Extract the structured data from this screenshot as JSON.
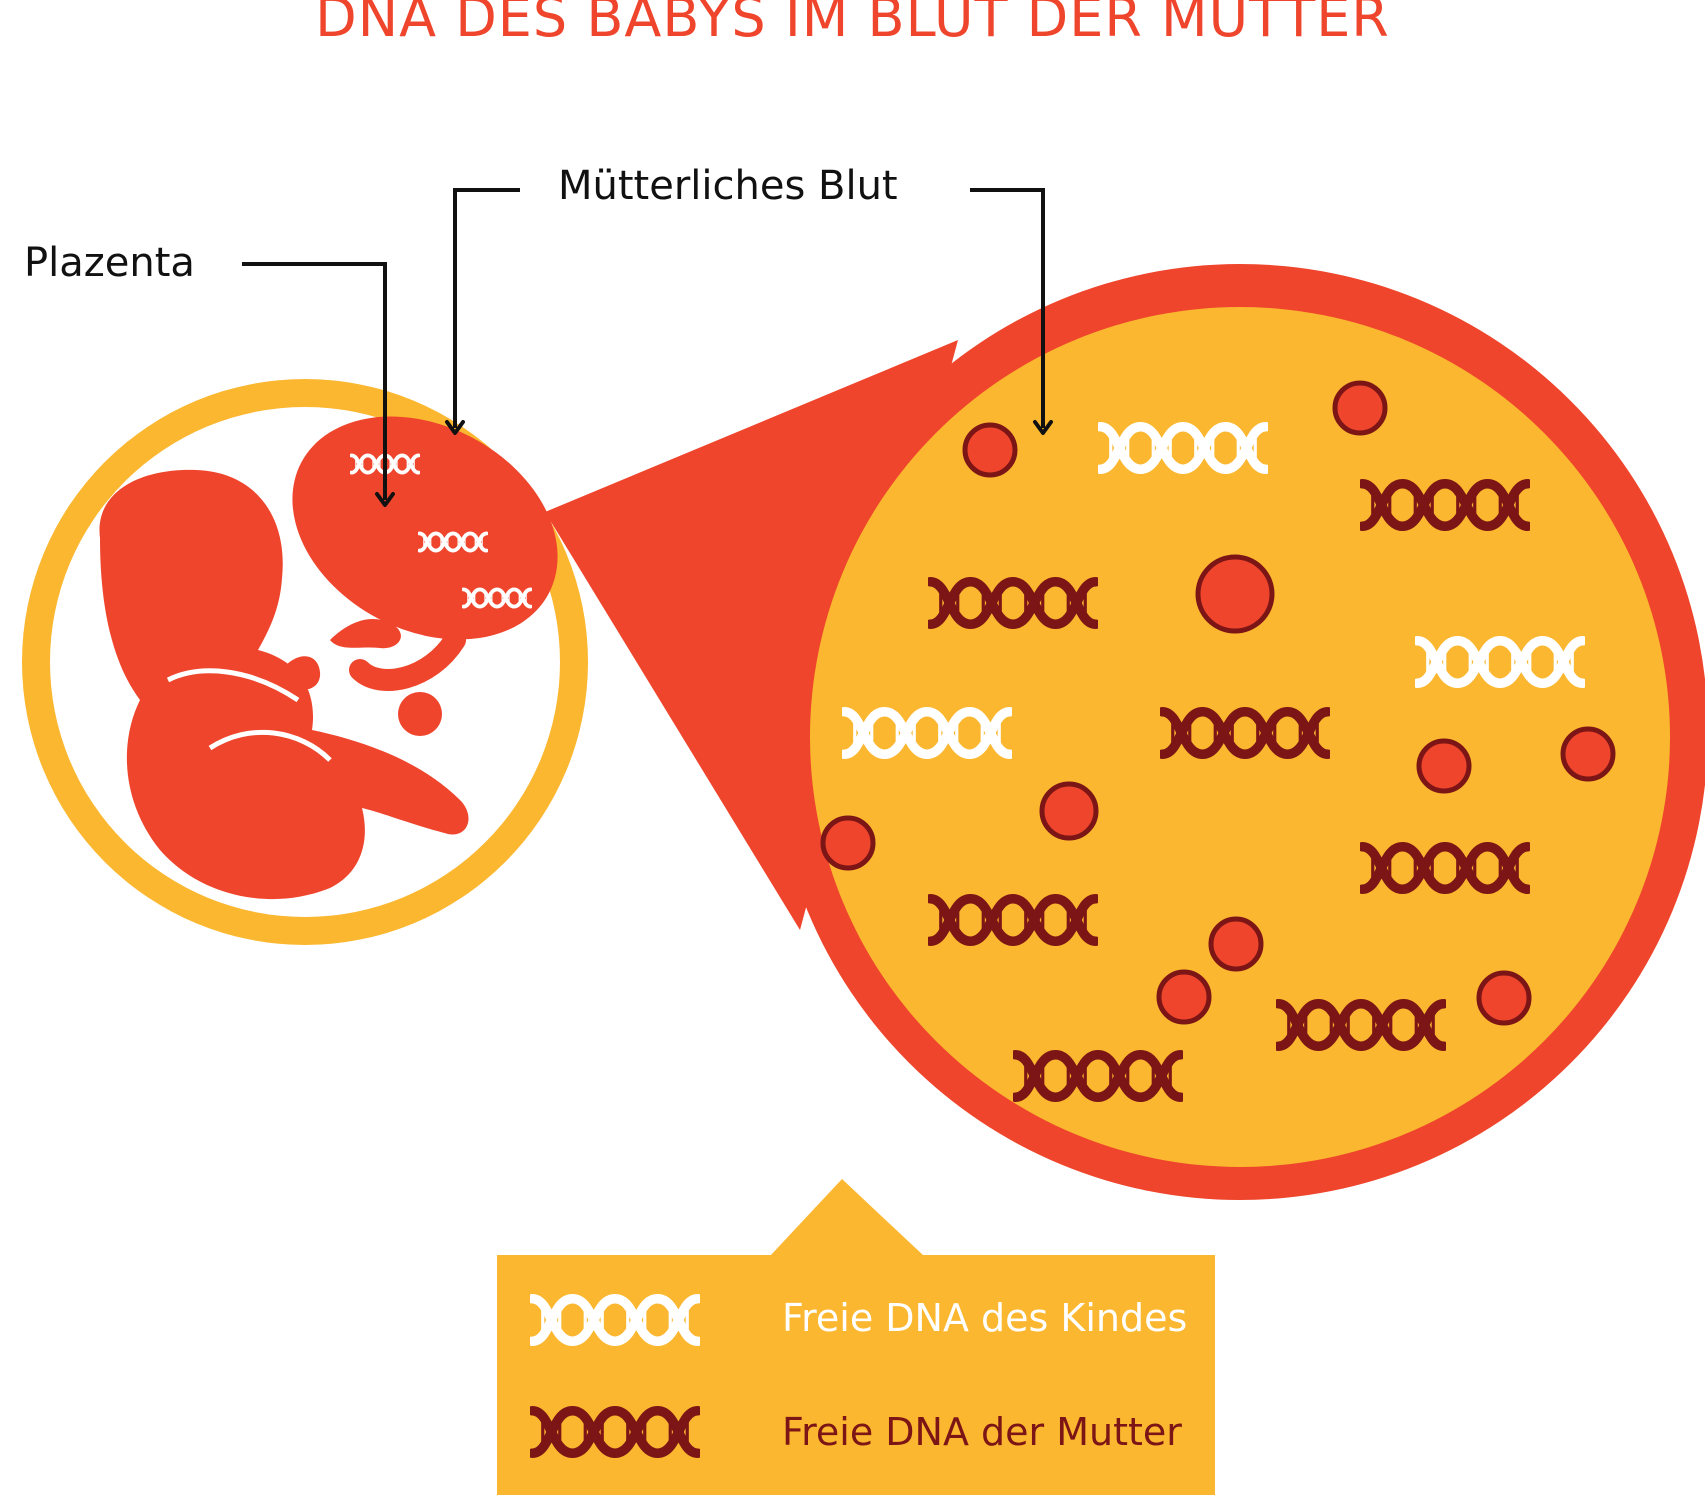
{
  "title": "DNA DES BABYS IM BLUT DER MUTTER",
  "labels": {
    "placenta": "Plazenta",
    "maternal_blood": "Mütterliches Blut"
  },
  "legend": {
    "fetal": "Freie DNA des Kindes",
    "maternal": "Freie DNA der Mutter"
  },
  "colors": {
    "red": "#EF452C",
    "yellow": "#FBB72F",
    "dark_red": "#7C1515",
    "white": "#FFFFFF",
    "black": "#111111"
  },
  "icons": {
    "fetus": "fetus-icon",
    "fetal_dna": "dna-helix-icon-white",
    "maternal_dna": "dna-helix-icon-dark-red",
    "blood_cell": "blood-cell-icon"
  }
}
